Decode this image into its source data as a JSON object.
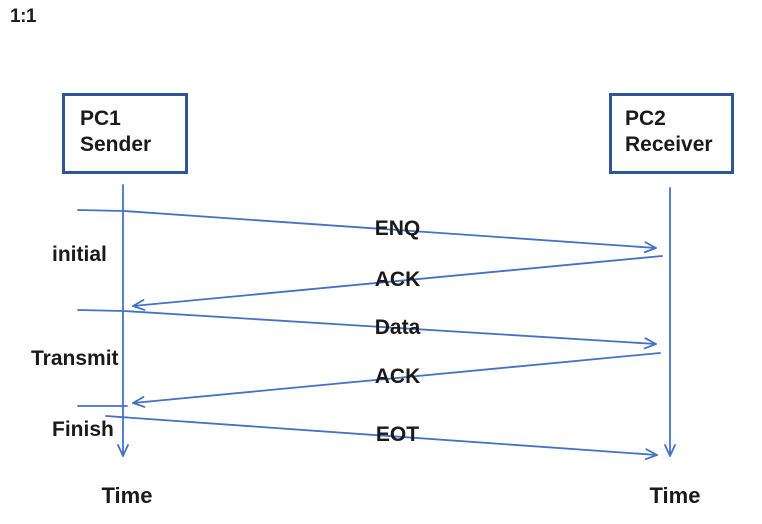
{
  "viewer": {
    "zoom_indicator": "1:1"
  },
  "diagram": {
    "actors": [
      {
        "id": "pc1",
        "line1": "PC1",
        "line2": "Sender"
      },
      {
        "id": "pc2",
        "line1": "PC2",
        "line2": "Receiver"
      }
    ],
    "messages": [
      {
        "label": "ENQ",
        "from": "PC1 Sender",
        "to": "PC2 Receiver"
      },
      {
        "label": "ACK",
        "from": "PC2 Receiver",
        "to": "PC1 Sender"
      },
      {
        "label": "Data",
        "from": "PC1 Sender",
        "to": "PC2 Receiver"
      },
      {
        "label": "ACK",
        "from": "PC2 Receiver",
        "to": "PC1 Sender"
      },
      {
        "label": "EOT",
        "from": "PC1 Sender",
        "to": "PC2 Receiver"
      }
    ],
    "phases": [
      {
        "label": "initial"
      },
      {
        "label": "Transmit"
      },
      {
        "label": "Finish"
      }
    ],
    "time_axis": {
      "left_label": "Time",
      "right_label": "Time"
    },
    "colors": {
      "arrow": "#4472C4",
      "box_border": "#2E5597",
      "text": "#1A1A1A"
    }
  }
}
